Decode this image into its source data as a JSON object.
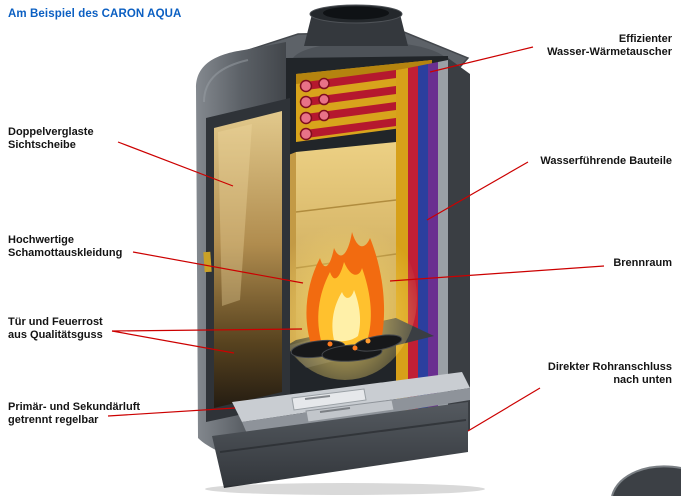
{
  "title": "Am Beispiel des CARON AQUA",
  "colors": {
    "title_blue": "#0b5fc2",
    "callout_red": "#cc0000",
    "stove_body_gray": "#5c6167",
    "flame_orange": "#f26b10",
    "flame_yellow": "#ffc12e",
    "firebrick_yellow": "#e3c06b",
    "glass_amber": "#b08c4e",
    "pipe_red": "#c01f35",
    "pipe_blue": "#2b3f9e",
    "pipe_purple": "#6a2f90",
    "pipe_yellow": "#d7a019"
  },
  "labels": {
    "left": [
      {
        "id": "doppelverglaste-sichtscheibe",
        "text": "Doppelverglaste\nSichtscheibe"
      },
      {
        "id": "schamottauskleidung",
        "text": "Hochwertige\nSchamottauskleidung"
      },
      {
        "id": "tuer-feuerrost",
        "text": "Tür und Feuerrost\naus Qualitätsguss"
      },
      {
        "id": "primaer-sekundaerluft",
        "text": "Primär- und Sekundärluft\ngetrennt regelbar"
      }
    ],
    "right": [
      {
        "id": "waermetauscher",
        "text": "Effizienter\nWasser-Wärmetauscher"
      },
      {
        "id": "wasserfuehrende-bauteile",
        "text": "Wasserführende Bauteile"
      },
      {
        "id": "brennraum",
        "text": "Brennraum"
      },
      {
        "id": "rohranschluss",
        "text": "Direkter Rohranschluss\nnach unten"
      }
    ]
  }
}
